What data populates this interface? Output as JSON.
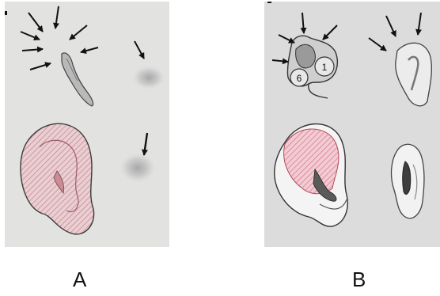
{
  "panels": [
    {
      "id": "A",
      "caption": "A",
      "colors": {
        "background": "#e2e2e0",
        "hatch": "#c98d96",
        "fill": "#e8c9cd",
        "outline": "#3a3a3a"
      }
    },
    {
      "id": "B",
      "caption": "B",
      "labels": {
        "region_six": "6",
        "region_one": "1"
      },
      "colors": {
        "background": "#dcdcdc",
        "hatch": "#d07a8a",
        "fill": "#f0c7cf",
        "outline": "#333333"
      }
    }
  ]
}
